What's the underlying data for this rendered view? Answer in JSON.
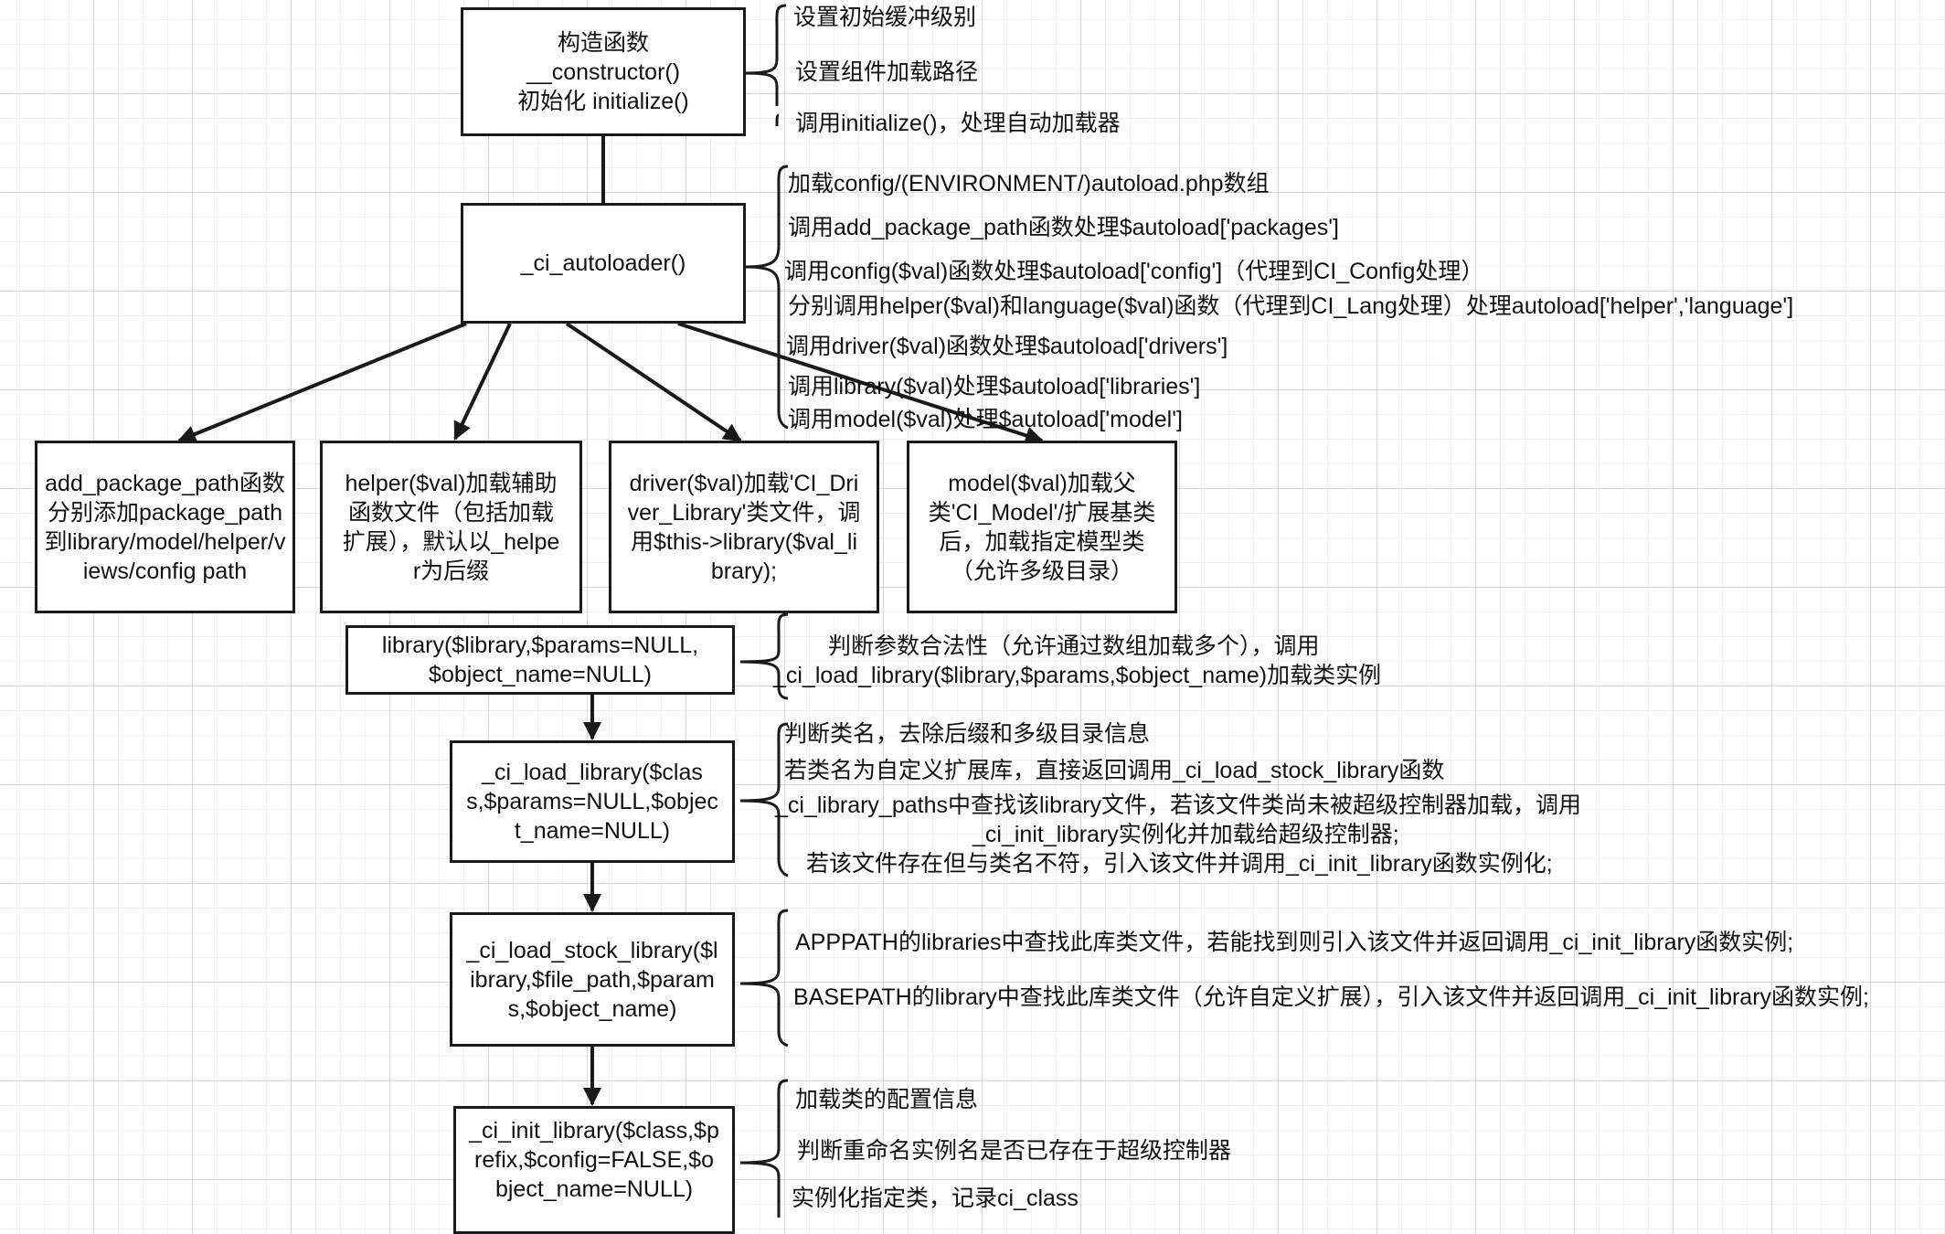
{
  "nodes": {
    "constructor": "构造函数\n__constructor()\n初始化 initialize()",
    "ci_autoloader": "_ci_autoloader()",
    "add_package_path": "add_package_path函数分别添加package_path到library/model/helper/views/config path",
    "helper": "helper($val)加载辅助函数文件（包括加载扩展），默认以_helper为后缀",
    "driver": "driver($val)加载'CI_Driver_Library'类文件，调用$this->library($val_library);",
    "model": "model($val)加载父类'CI_Model'/扩展基类后，加载指定模型类（允许多级目录）",
    "library": "library($library,$params=NULL,\n$object_name=NULL)",
    "ci_load_library": "_ci_load_library($class,$params=NULL,$object_name=NULL)",
    "ci_load_stock_library": "_ci_load_stock_library($library,$file_path,$params,$object_name)",
    "ci_init_library": "_ci_init_library($class,$prefix,$config=FALSE,$object_name=NULL)"
  },
  "notes": {
    "constructor": [
      "设置初始缓冲级别",
      "设置组件加载路径",
      "调用initialize()，处理自动加载器"
    ],
    "autoloader": [
      "加载config/(ENVIRONMENT/)autoload.php数组",
      "调用add_package_path函数处理$autoload['packages']",
      "调用config($val)函数处理$autoload['config']（代理到CI_Config处理）",
      "分别调用helper($val)和language($val)函数（代理到CI_Lang处理）处理autoload['helper','language']",
      "调用driver($val)函数处理$autoload['drivers']",
      "调用library($val)处理$autoload['libraries']",
      "调用model($val)处理$autoload['model']"
    ],
    "library": [
      "判断参数合法性（允许通过数组加载多个），调用",
      "_ci_load_library($library,$params,$object_name)加载类实例"
    ],
    "load_library": [
      "判断类名，去除后缀和多级目录信息",
      "若类名为自定义扩展库，直接返回调用_ci_load_stock_library函数",
      "_ci_library_paths中查找该library文件，若该文件类尚未被超级控制器加载，调用",
      "_ci_init_library实例化并加载给超级控制器;",
      "若该文件存在但与类名不符，引入该文件并调用_ci_init_library函数实例化;"
    ],
    "stock_library": [
      "APPPATH的libraries中查找此库类文件，若能找到则引入该文件并返回调用_ci_init_library函数实例;",
      "BASEPATH的library中查找此库类文件（允许自定义扩展），引入该文件并返回调用_ci_init_library函数实例;"
    ],
    "init_library": [
      "加载类的配置信息",
      "判断重命名实例名是否已存在于超级控制器",
      "实例化指定类，记录ci_class"
    ]
  },
  "colors": {
    "line": "#1a1a1a",
    "grid": "#d9d9d9",
    "grid_minor": "#f0f0f0",
    "box_fill": "#ffffff"
  }
}
